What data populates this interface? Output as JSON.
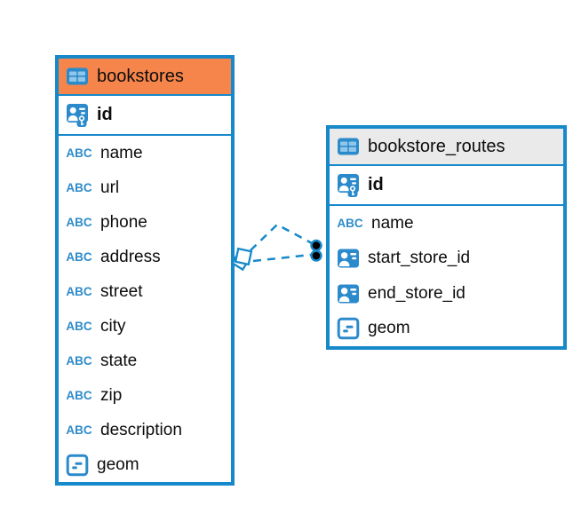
{
  "diagram": {
    "tables": [
      {
        "title": "bookstores",
        "highlighted": true,
        "columns": [
          {
            "name": "id",
            "type_icon": "primary-key"
          },
          {
            "name": "name",
            "type_icon": "text"
          },
          {
            "name": "url",
            "type_icon": "text"
          },
          {
            "name": "phone",
            "type_icon": "text"
          },
          {
            "name": "address",
            "type_icon": "text"
          },
          {
            "name": "street",
            "type_icon": "text"
          },
          {
            "name": "city",
            "type_icon": "text"
          },
          {
            "name": "state",
            "type_icon": "text"
          },
          {
            "name": "zip",
            "type_icon": "text"
          },
          {
            "name": "description",
            "type_icon": "text"
          },
          {
            "name": "geom",
            "type_icon": "geometry"
          }
        ]
      },
      {
        "title": "bookstore_routes",
        "highlighted": false,
        "columns": [
          {
            "name": "id",
            "type_icon": "primary-key"
          },
          {
            "name": "name",
            "type_icon": "text"
          },
          {
            "name": "start_store_id",
            "type_icon": "reference"
          },
          {
            "name": "end_store_id",
            "type_icon": "reference"
          },
          {
            "name": "geom",
            "type_icon": "geometry"
          }
        ]
      }
    ],
    "connectors": {
      "style": "dashed",
      "count": 2,
      "from_table": "bookstores",
      "to_table": "bookstore_routes",
      "source_marker": "stacked-diamonds",
      "target_marker": "stacked-filled-circles"
    }
  },
  "glyphs": {
    "text_type": "ABC"
  },
  "colors": {
    "accent_blue": "#1789CA",
    "icon_blue": "#2B8ACB",
    "icon_cell_blue": "#8FC6EA",
    "highlight_orange": "#F6854B",
    "header_gray": "#EAEAEA",
    "text": "#0C0C0C",
    "marker_fill": "#000000"
  }
}
